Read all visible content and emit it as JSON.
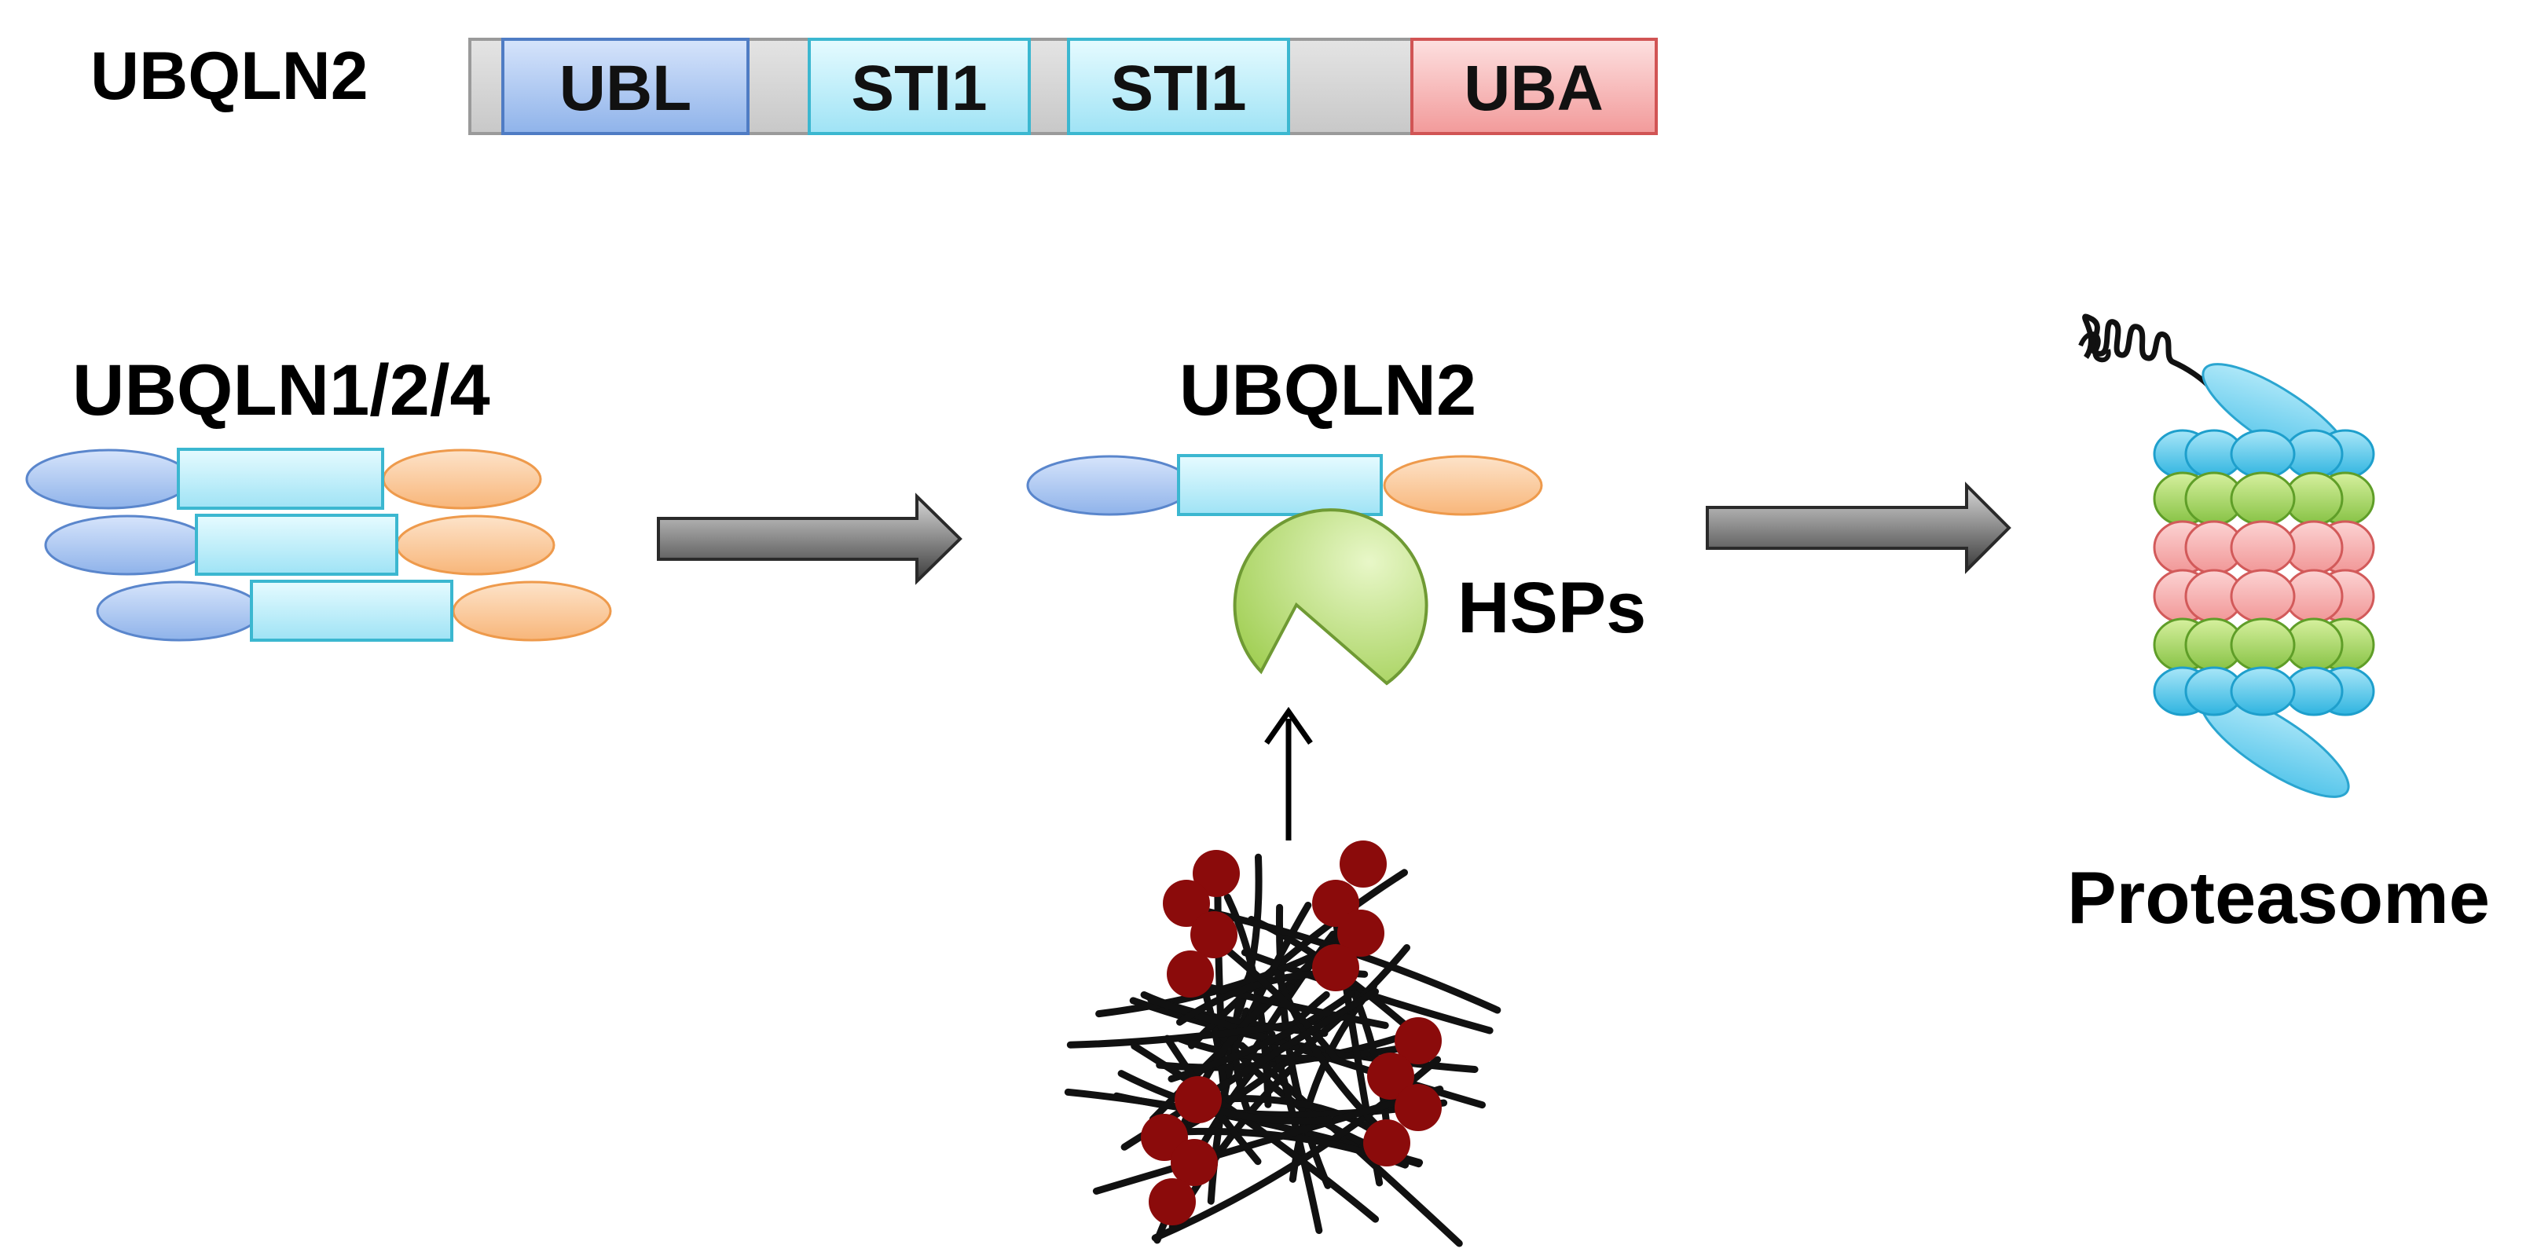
{
  "domain_bar": {
    "protein_label": "UBQLN2",
    "domains": [
      "UBL",
      "STI1",
      "STI1",
      "UBA"
    ],
    "colors": {
      "linker": "#d4d4d4",
      "ubl": "#a9c7ee",
      "sti1": "#b9ecf8",
      "uba": "#f7b6b6"
    }
  },
  "labels": {
    "oligomer": "UBQLN1/2/4",
    "monomer": "UBQLN2",
    "chaperone": "HSPs",
    "proteasome": "Proteasome"
  },
  "icons": {
    "oligomer": "ubiquilin-oligomer-icon",
    "monomer": "ubiquilin-monomer-icon",
    "chaperone": "pacman-chaperone-icon",
    "aggregate": "protein-aggregate-icon",
    "proteasome": "proteasome-icon",
    "arrows": [
      "right-arrow",
      "up-arrow"
    ]
  }
}
